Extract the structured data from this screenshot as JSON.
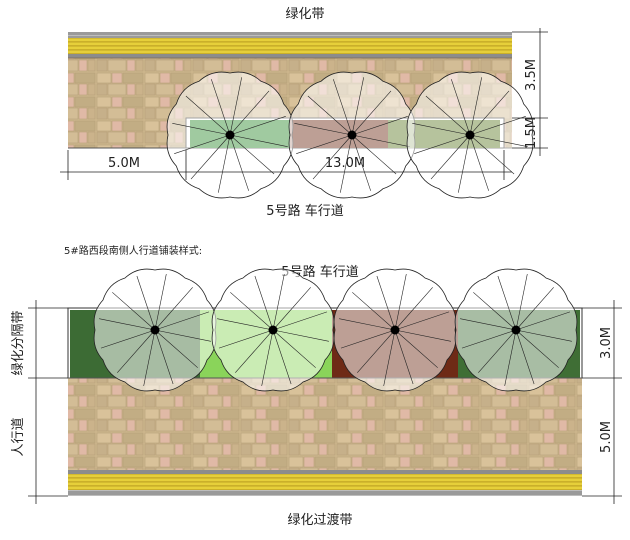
{
  "top_plan": {
    "title": "绿化带",
    "road_label": "5号路  车行道",
    "dim_sidewalk": "3.5M",
    "dim_planter": "1.5M",
    "dim_offset": "5.0M",
    "dim_length": "13.0M",
    "planter_colors": [
      "#2e8a2e",
      "#6e2a16",
      "#5e7a26"
    ]
  },
  "bottom_plan": {
    "caption": "5#路西段南侧人行道铺装样式:",
    "road_label": "5号路  车行道",
    "side_label_green": "绿化分隔带",
    "side_label_walk": "人行道",
    "dim_green": "3.0M",
    "dim_walk": "5.0M",
    "bottom_title": "绿化过渡带",
    "planter_colors": [
      "#3c6b34",
      "#8ad45a",
      "#6e2a16",
      "#3f6e35"
    ]
  },
  "colors": {
    "paving": "#c9b38a",
    "curb_gray": "#8c8c8c",
    "tactile_yellow": "#e8d23a"
  }
}
